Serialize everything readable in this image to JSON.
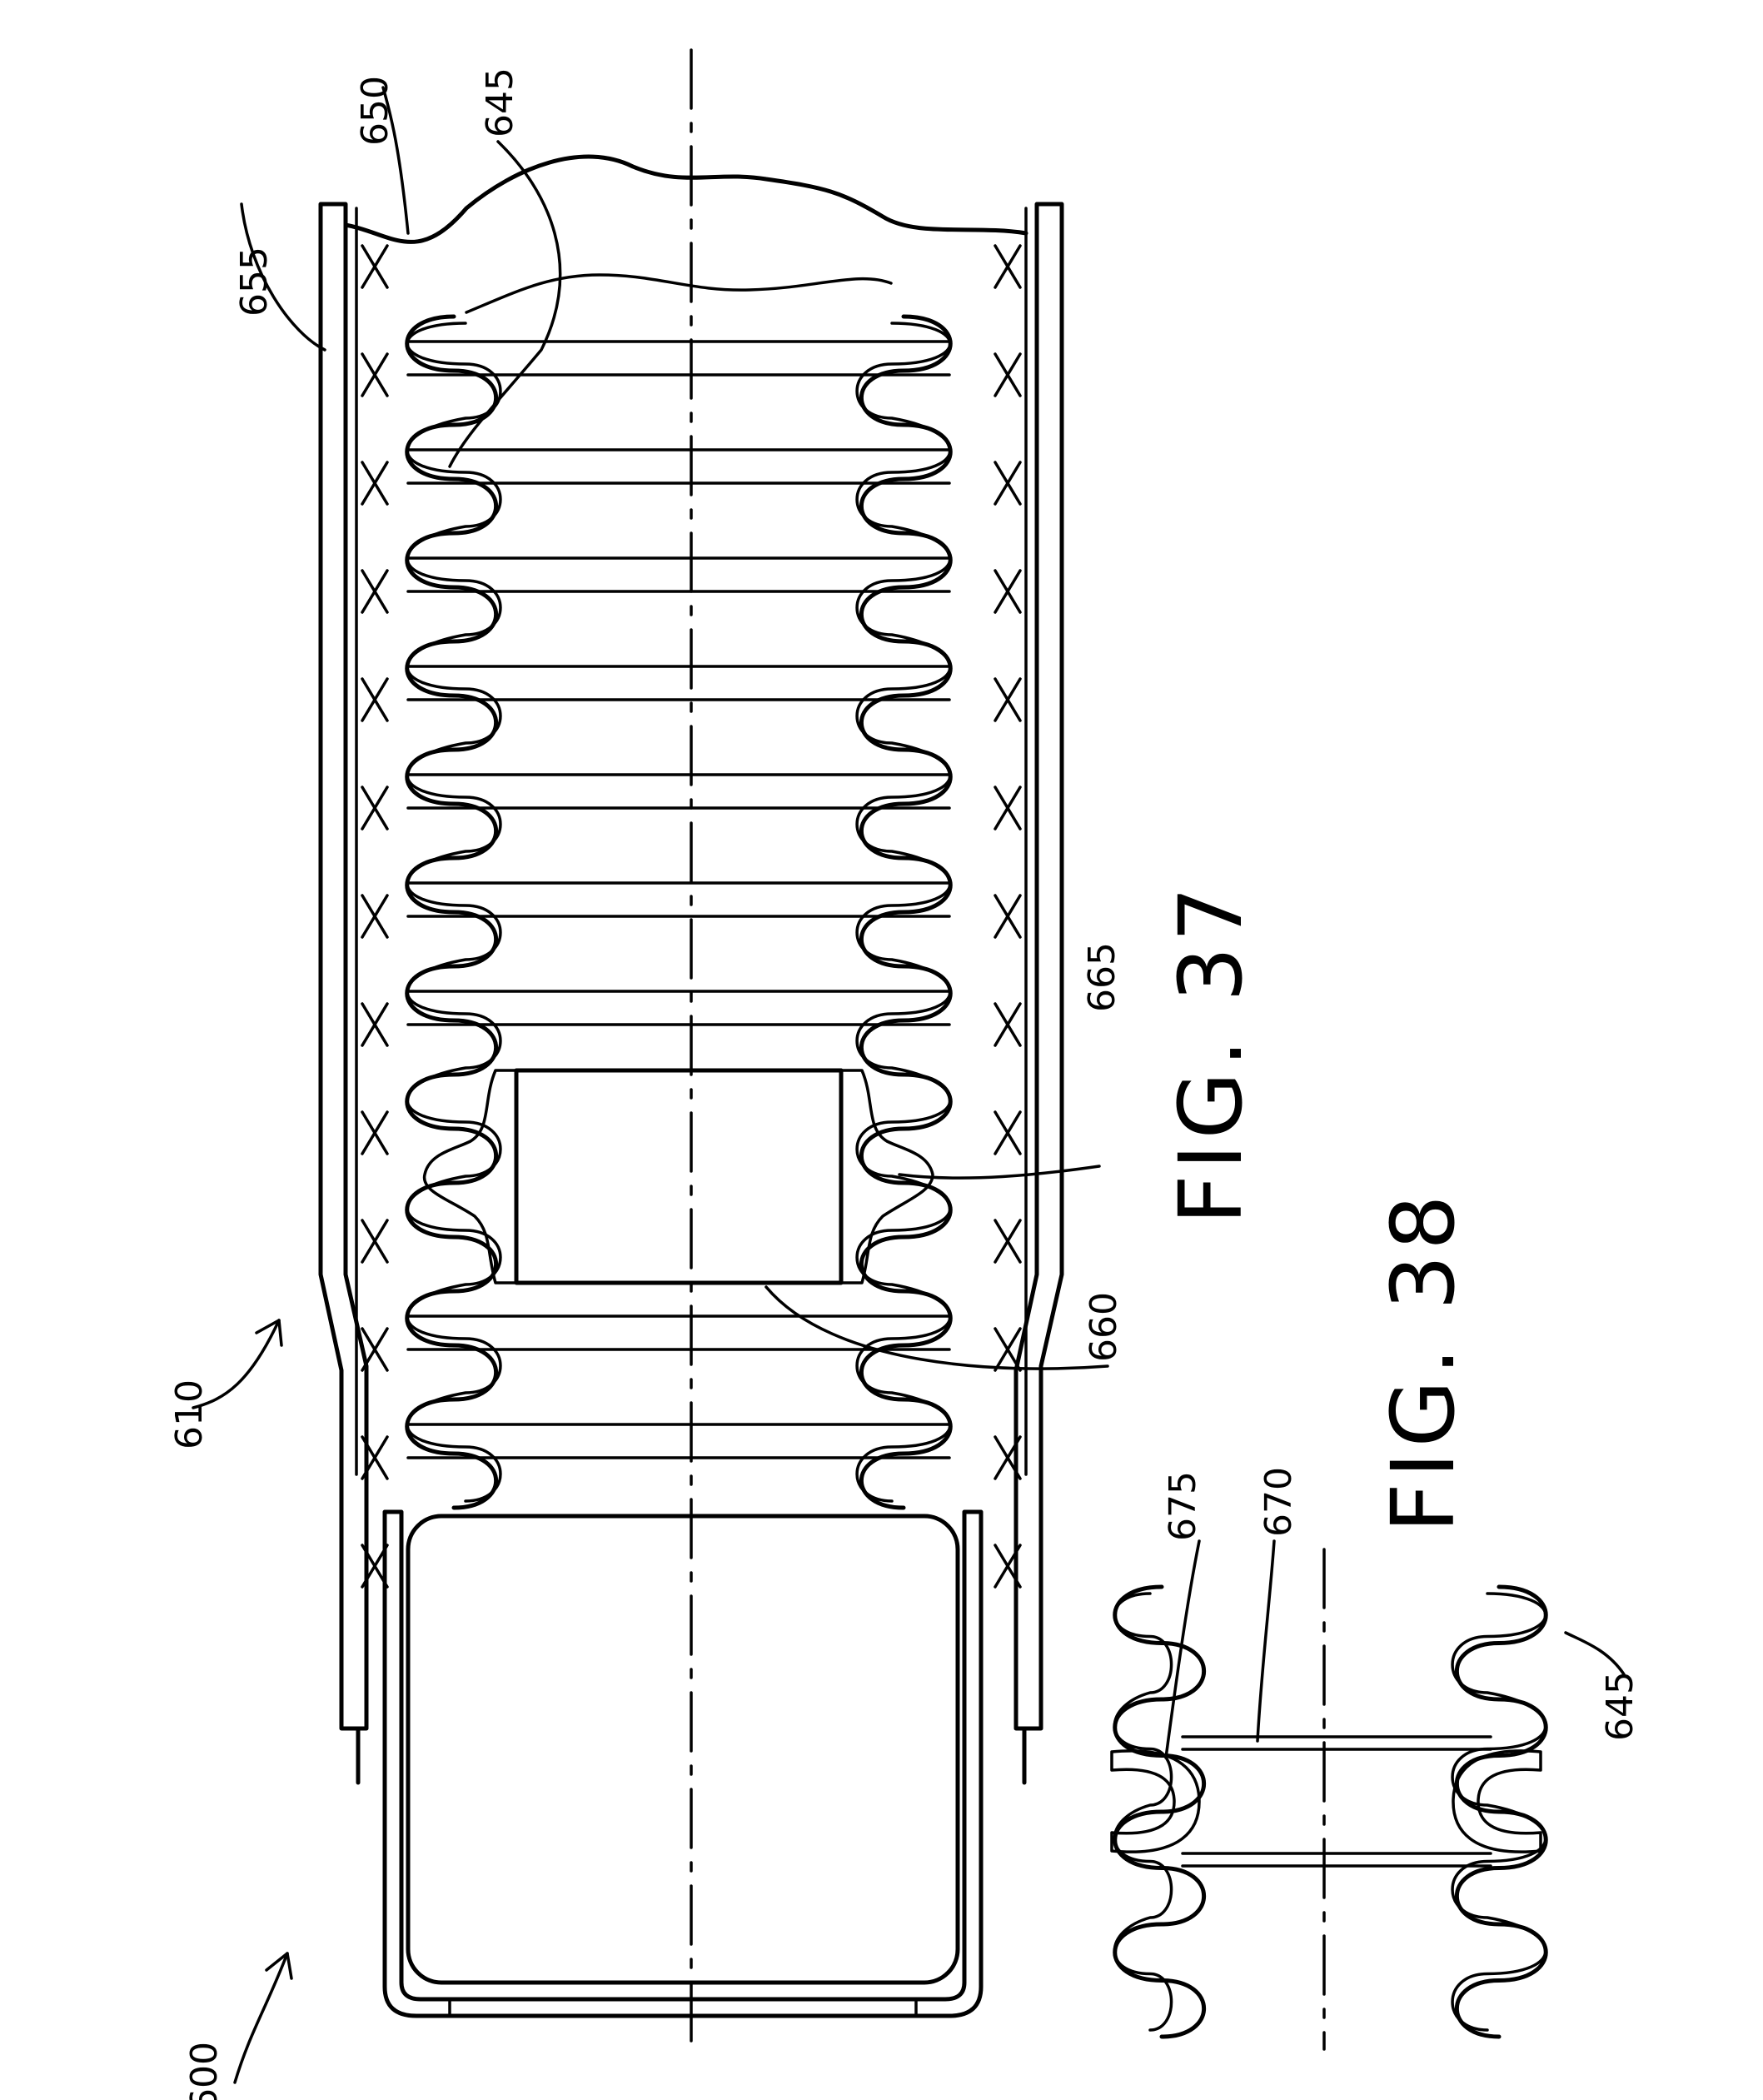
{
  "figures": [
    {
      "id": "fig37",
      "caption": "FIG. 37"
    },
    {
      "id": "fig38",
      "caption": "FIG. 38"
    }
  ],
  "reference_numerals": {
    "r600": "600",
    "r610": "610",
    "r645": "645",
    "r645b": "645",
    "r650": "650",
    "r655": "655",
    "r660": "660",
    "r665": "665",
    "r670": "670",
    "r675": "675"
  }
}
